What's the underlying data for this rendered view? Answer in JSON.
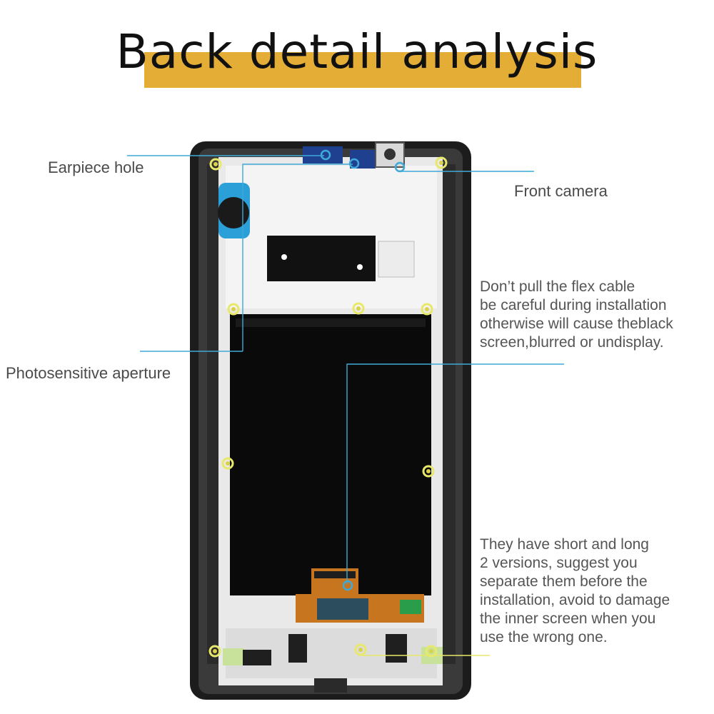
{
  "title": "Back detail analysis",
  "labels": {
    "earpiece": "Earpiece hole",
    "front_camera": "Front camera",
    "photosensitive": "Photosensitive aperture"
  },
  "notes": {
    "flex_cable": [
      "Don’t pull the flex cable",
      "be careful during installation",
      "otherwise will cause theblack",
      "screen,blurred or undisplay."
    ],
    "versions": [
      "They have short and long",
      "2 versions, suggest you",
      "separate them before the",
      "installation, avoid to damage",
      "the inner screen when you",
      "use the wrong one."
    ]
  },
  "colors": {
    "accent_bar": "#e4ad35",
    "callout_blue": "#3fa9d8",
    "callout_yellow": "#e8e86a"
  }
}
